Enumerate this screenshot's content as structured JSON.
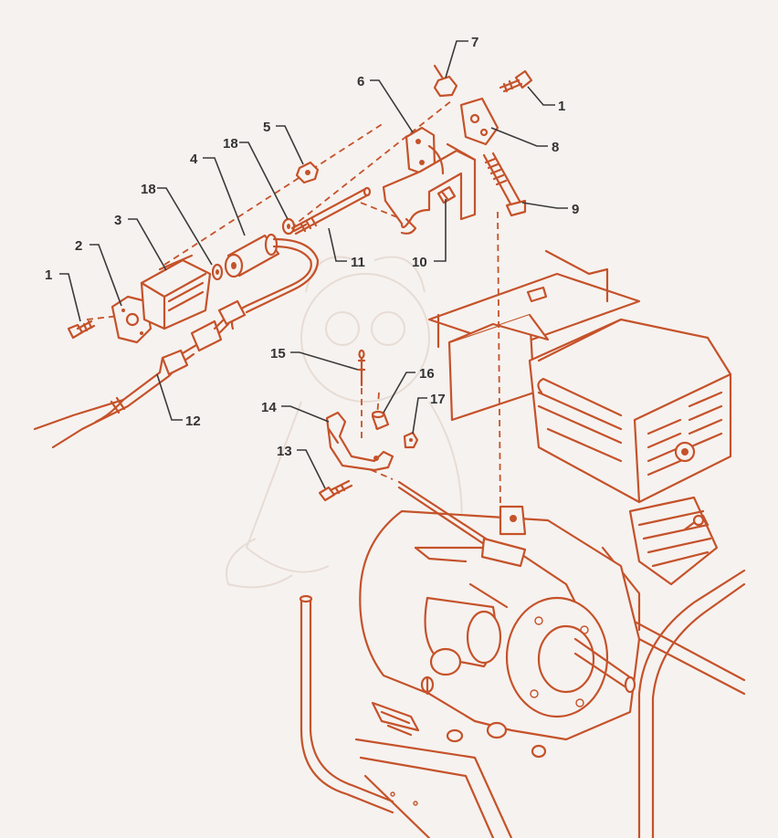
{
  "colors": {
    "background": "#f6f2ef",
    "line_art": "#c5522a",
    "callout": "#333333",
    "watermark": "#e7dcd5"
  },
  "callouts": [
    {
      "label": "1"
    },
    {
      "label": "2"
    },
    {
      "label": "3"
    },
    {
      "label": "4"
    },
    {
      "label": "18"
    },
    {
      "label": "18"
    },
    {
      "label": "5"
    },
    {
      "label": "6"
    },
    {
      "label": "7"
    },
    {
      "label": "1"
    },
    {
      "label": "8"
    },
    {
      "label": "9"
    },
    {
      "label": "10"
    },
    {
      "label": "11"
    },
    {
      "label": "12"
    },
    {
      "label": "15"
    },
    {
      "label": "16"
    },
    {
      "label": "17"
    },
    {
      "label": "14"
    },
    {
      "label": "13"
    }
  ]
}
